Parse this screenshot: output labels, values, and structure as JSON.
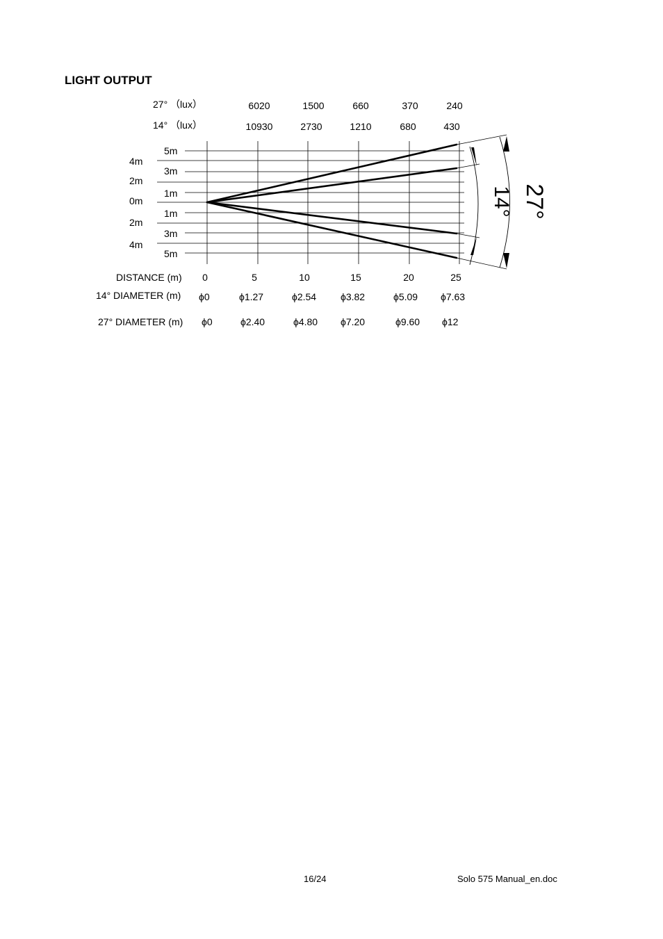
{
  "heading": "LIGHT OUTPUT",
  "lux_rows": [
    {
      "label": "27°  （lux）",
      "values": [
        "6020",
        "1500",
        "660",
        "370",
        "240"
      ]
    },
    {
      "label": "14°  （lux）",
      "values": [
        "10930",
        "2730",
        "1210",
        "680",
        "430"
      ]
    }
  ],
  "inner_scale": [
    "5m",
    "3m",
    "1m",
    "1m",
    "3m",
    "5m"
  ],
  "outer_scale": [
    "4m",
    "2m",
    "0m",
    "2m",
    "4m"
  ],
  "distance": {
    "label": "DISTANCE (m)",
    "values": [
      "0",
      "5",
      "10",
      "15",
      "20",
      "25"
    ]
  },
  "diameter_rows": [
    {
      "label": "14°  DIAMETER (m)",
      "values": [
        "ϕ0",
        "ϕ1.27",
        "ϕ2.54",
        "ϕ3.82",
        "ϕ5.09",
        "ϕ7.63"
      ]
    },
    {
      "label": "27°  DIAMETER (m)",
      "values": [
        "ϕ0",
        "ϕ2.40",
        "ϕ4.80",
        "ϕ7.20",
        "ϕ9.60",
        "ϕ12"
      ]
    }
  ],
  "angle_labels": {
    "narrow": "14°",
    "wide": "27°"
  },
  "footer": {
    "page": "16/24",
    "file": "Solo 575 Manual_en.doc"
  }
}
